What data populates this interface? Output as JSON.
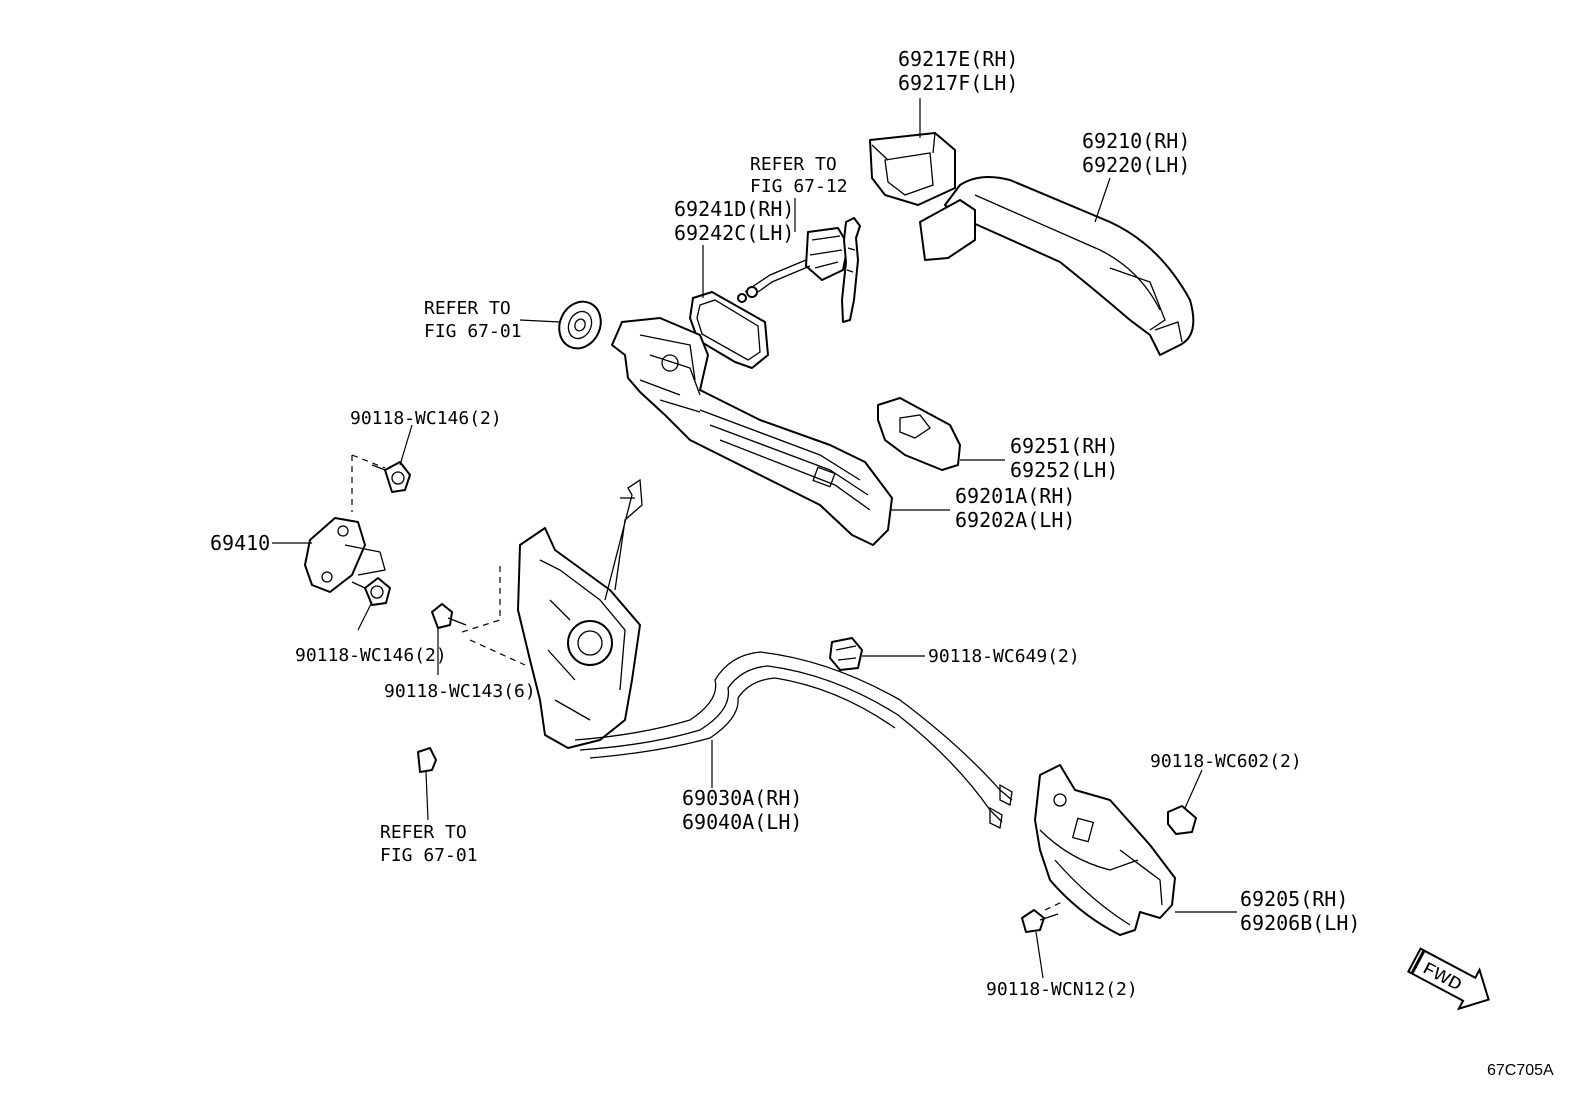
{
  "labels": {
    "handle_cover_rh": "69217E(RH)",
    "handle_cover_lh": "69217F(LH)",
    "outside_handle_rh": "69210(RH)",
    "outside_handle_lh": "69220(LH)",
    "refer_fig_67_12_a": "REFER TO",
    "refer_fig_67_12_b": "FIG 67-12",
    "cylinder_rh": "69241D(RH)",
    "cylinder_lh": "69242C(LH)",
    "refer_fig_67_01_top_a": "REFER TO",
    "refer_fig_67_01_top_b": "FIG 67-01",
    "screw_top": "90118-WC146(2)",
    "striker": "69410",
    "screw_mid": "90118-WC146(2)",
    "screw_lock": "90118-WC143(6)",
    "refer_fig_67_01_bottom_a": "REFER TO",
    "refer_fig_67_01_bottom_b": "FIG 67-01",
    "pad_rh": "69251(RH)",
    "pad_lh": "69252(LH)",
    "frame_rh": "69201A(RH)",
    "frame_lh": "69202A(LH)",
    "clip": "90118-WC649(2)",
    "lock_rh": "69030A(RH)",
    "lock_lh": "69040A(LH)",
    "clip_inner": "90118-WC602(2)",
    "inner_handle_rh": "69205(RH)",
    "inner_handle_lh": "69206B(LH)",
    "screw_inner": "90118-WCN12(2)",
    "fwd": "FWD",
    "figure_code": "67C705A"
  },
  "icons": {
    "fwd_arrow": "fwd-arrow-icon"
  },
  "colors": {
    "line": "#000000",
    "background": "#ffffff"
  }
}
